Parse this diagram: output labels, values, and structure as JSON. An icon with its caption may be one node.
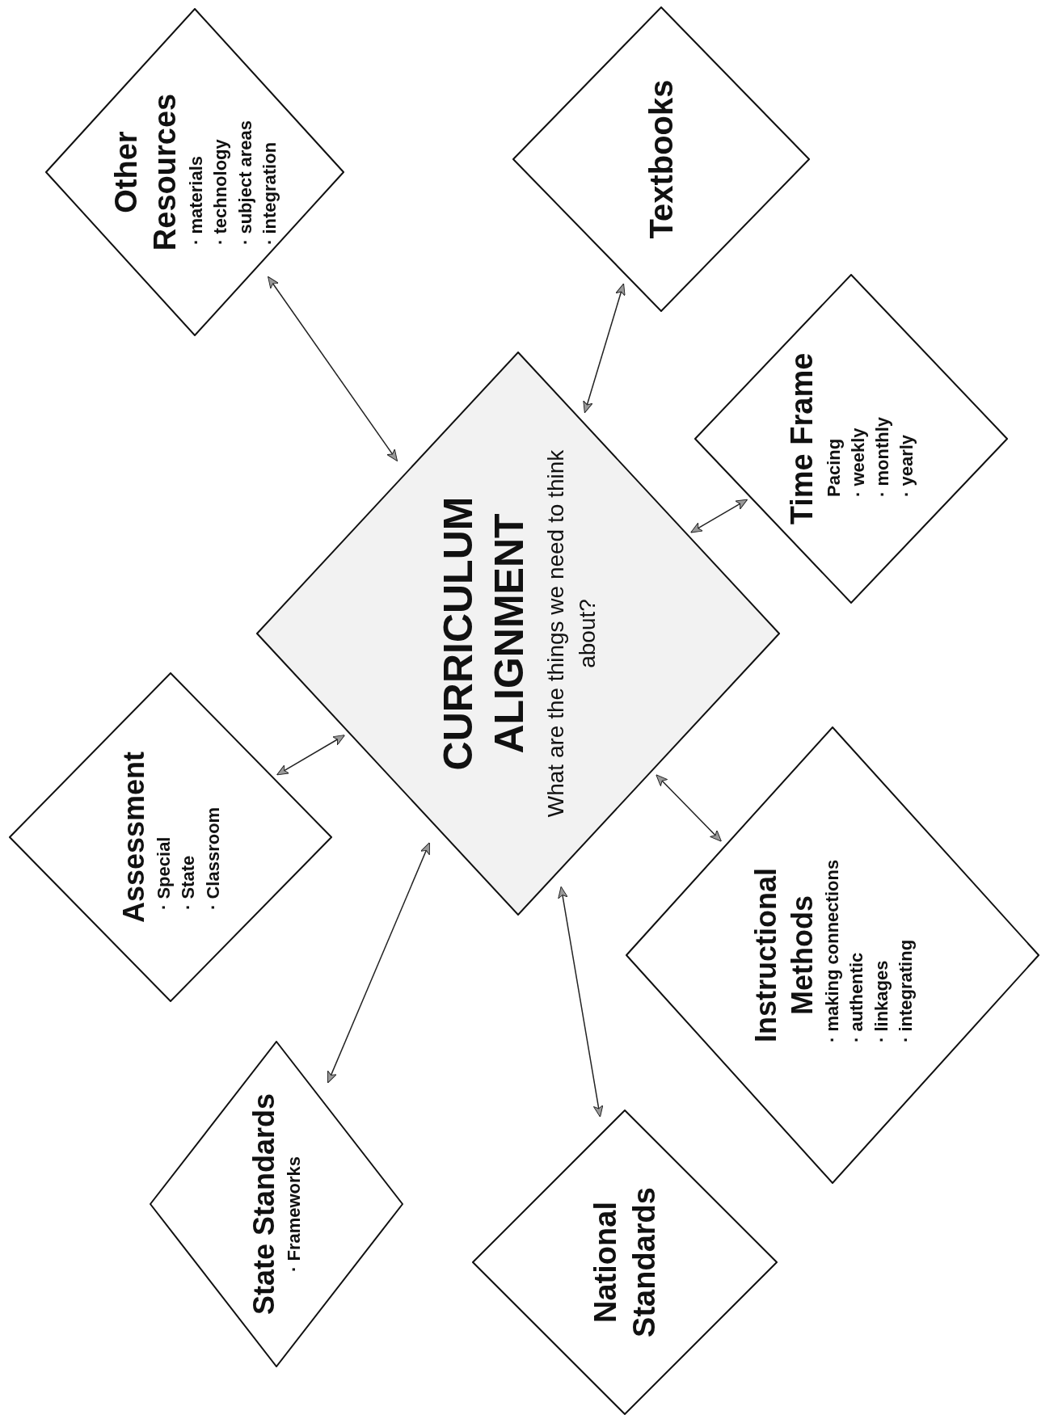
{
  "diagram": {
    "nodes": [
      {
        "text": [
          "Other Resources",
          "· materials",
          "· technology",
          "· subject areas",
          "· integration"
        ]
      },
      {
        "text": [
          "Textbooks"
        ]
      },
      {
        "text": [
          "Time Frame",
          "Pacing",
          "· weekly",
          "· monthly",
          "· yearly"
        ]
      },
      {
        "text": [
          "CURRICULUM ALIGNMENT",
          "What are the things we need to think about?"
        ]
      },
      {
        "text": [
          "Assessment",
          "· Special",
          "· State",
          "· Classroom"
        ]
      },
      {
        "text": [
          "Instructional Methods",
          "· making connections",
          "· authentic",
          "· linkages",
          "· integrating"
        ]
      },
      {
        "text": [
          "State Standards",
          "· Frameworks"
        ]
      },
      {
        "text": [
          "National Standards"
        ]
      }
    ],
    "edges": [
      {
        "from": 3,
        "to": 0,
        "arrow": "both"
      },
      {
        "from": 3,
        "to": 1,
        "arrow": "both"
      },
      {
        "from": 3,
        "to": 2,
        "arrow": "both"
      },
      {
        "from": 3,
        "to": 4,
        "arrow": "both"
      },
      {
        "from": 3,
        "to": 5,
        "arrow": "both"
      },
      {
        "from": 3,
        "to": 6,
        "arrow": "both"
      },
      {
        "from": 3,
        "to": 7,
        "arrow": "both"
      }
    ]
  }
}
